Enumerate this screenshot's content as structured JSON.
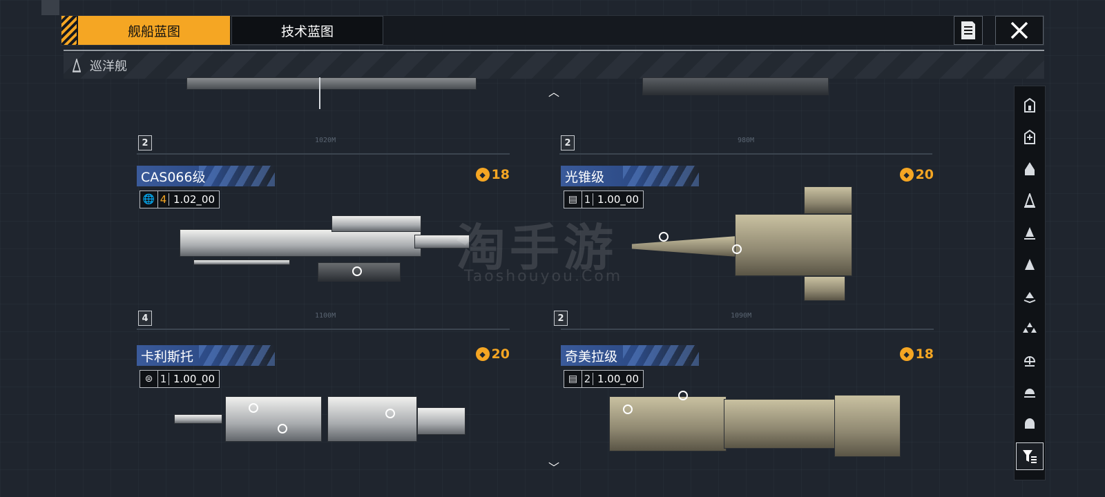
{
  "tabs": [
    {
      "label": "舰船蓝图",
      "active": true
    },
    {
      "label": "技术蓝图",
      "active": false
    }
  ],
  "header_icons": [
    "document-icon",
    "close-icon"
  ],
  "category": {
    "icon": "cruiser-icon",
    "label": "巡洋舰"
  },
  "watermark": {
    "title": "淘手游",
    "subtitle": "Taoshouyou.Com"
  },
  "ships": [
    {
      "name": "CAS066级",
      "cost": "18",
      "stat_icon": "globe-icon",
      "level": "4",
      "value": "1.02",
      "value_suffix": "00",
      "count": "4",
      "ship_color": "white"
    },
    {
      "name": "光锥级",
      "cost": "20",
      "stat_icon": "module-icon",
      "level": "1",
      "value": "1.00",
      "value_suffix": "00",
      "count": "2",
      "ship_color": "tan"
    },
    {
      "name": "卡利斯托",
      "cost": "20",
      "stat_icon": "badge-icon",
      "level": "1",
      "value": "1.00",
      "value_suffix": "00",
      "count": "",
      "ship_color": "white"
    },
    {
      "name": "奇美拉级",
      "cost": "18",
      "stat_icon": "module-icon",
      "level": "2",
      "value": "1.00",
      "value_suffix": "00",
      "count": "",
      "ship_color": "tan"
    }
  ],
  "top_partial_cards": [
    {
      "count": "2"
    },
    {
      "count": "2"
    }
  ],
  "sidebar": [
    "carrier-class-icon",
    "add-class-icon",
    "battleship-class-icon",
    "cruiser-class-icon",
    "destroyer-class-icon",
    "frigate-class-icon",
    "corvette-class-icon",
    "fighter-class-icon",
    "support-class-icon",
    "dome-class-icon",
    "shield-class-icon",
    "filter-icon"
  ]
}
